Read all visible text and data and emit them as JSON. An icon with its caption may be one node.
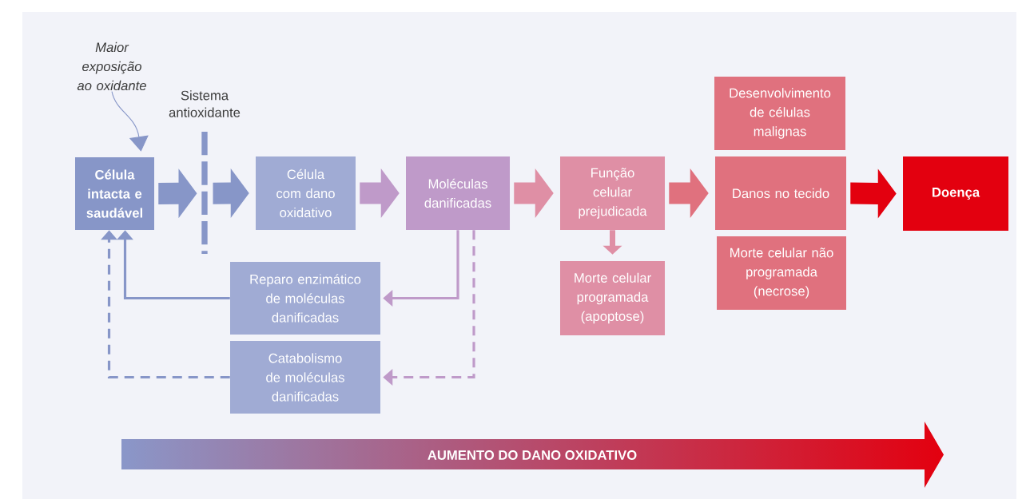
{
  "diagram": {
    "nodes": [
      {
        "text": [
          "Célula intacta e saudável"
        ]
      },
      {
        "text": [
          "Célula com dano oxidativo"
        ]
      },
      {
        "text": [
          "Moléculas danificadas"
        ]
      },
      {
        "text": [
          "Função celular prejudicada"
        ]
      },
      {
        "text": [
          "Morte celular programada (apoptose)"
        ]
      },
      {
        "text": [
          "Desenvolvimento de células malignas"
        ]
      },
      {
        "text": [
          "Danos no tecido"
        ]
      },
      {
        "text": [
          "Morte celular não programada (necrose)"
        ]
      },
      {
        "text": [
          "Doença"
        ]
      },
      {
        "text": [
          "Reparo enzimático de moléculas danificadas"
        ]
      },
      {
        "text": [
          "Catabolismo de moléculas danificadas"
        ]
      },
      {
        "text": [
          "Maior exposição ao oxidante"
        ]
      }
    ],
    "edges": [
      {
        "from": 11,
        "to": 0,
        "arrow": "to",
        "color": "#8796c8"
      },
      {
        "from": 0,
        "to": 1,
        "arrow": "to",
        "style": "thick",
        "color": "#8796c8"
      },
      {
        "from": 1,
        "to": 2,
        "arrow": "to",
        "style": "thick",
        "color": "#bf9ac9"
      },
      {
        "from": 2,
        "to": 3,
        "arrow": "to",
        "style": "thick",
        "color": "#df8fa5"
      },
      {
        "from": 3,
        "to": 6,
        "arrow": "to",
        "style": "thick",
        "color": "#e0717e"
      },
      {
        "from": 6,
        "to": 8,
        "arrow": "to",
        "style": "thick",
        "color": "#e3000f"
      },
      {
        "from": 3,
        "to": 4,
        "arrow": "to",
        "style": "thick",
        "color": "#df8fa5"
      },
      {
        "from": 2,
        "to": 9,
        "arrow": "to",
        "color": "#bf9ac9"
      },
      {
        "from": 2,
        "to": 10,
        "arrow": "to",
        "style": "dashed",
        "color": "#bf9ac9"
      },
      {
        "from": 9,
        "to": 0,
        "arrow": "to",
        "color": "#8796c8"
      },
      {
        "from": 10,
        "to": 0,
        "arrow": "to",
        "style": "dashed",
        "color": "#8796c8"
      }
    ],
    "labels": [
      "Sistema antioxidante",
      "AUMENTO DO DANO OXIDATIVO"
    ]
  }
}
